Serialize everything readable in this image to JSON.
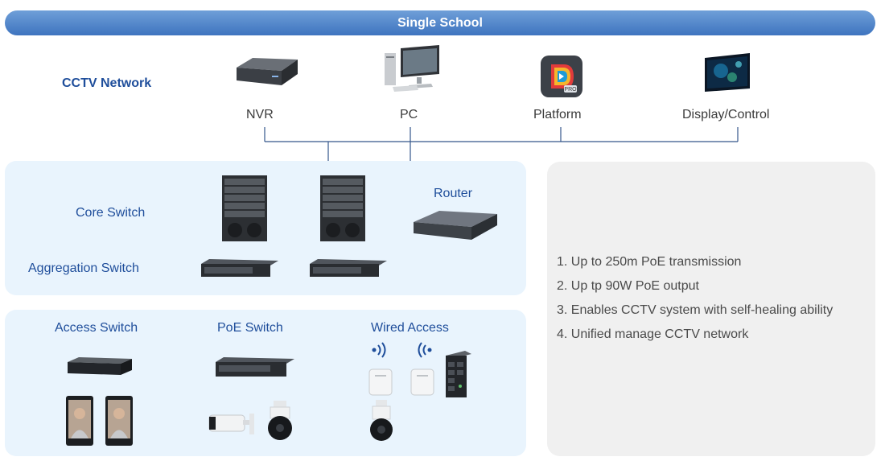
{
  "header": {
    "title": "Single School"
  },
  "cctv": {
    "label": "CCTV Network",
    "devices": [
      {
        "label": "NVR",
        "icon": "nvr-recorder-icon"
      },
      {
        "label": "PC",
        "icon": "desktop-pc-icon"
      },
      {
        "label": "Platform",
        "icon": "platform-app-icon"
      },
      {
        "label": "Display/Control",
        "icon": "video-wall-display-icon"
      }
    ]
  },
  "core_panel": {
    "core_switch_label": "Core Switch",
    "aggregation_switch_label": "Aggregation Switch",
    "router_label": "Router"
  },
  "access_panel": {
    "access_switch_label": "Access Switch",
    "poe_switch_label": "PoE Switch",
    "wired_access_label": "Wired Access"
  },
  "notes": [
    "1. Up to 250m PoE transmission",
    "2. Up tp 90W PoE output",
    "3. Enables CCTV system with self-healing ability",
    "4. Unified manage CCTV network"
  ],
  "colors": {
    "banner": "#3e74bf",
    "panel": "#e9f4fd",
    "notes_panel": "#f0f0f0",
    "label_blue": "#1f4e9b"
  }
}
